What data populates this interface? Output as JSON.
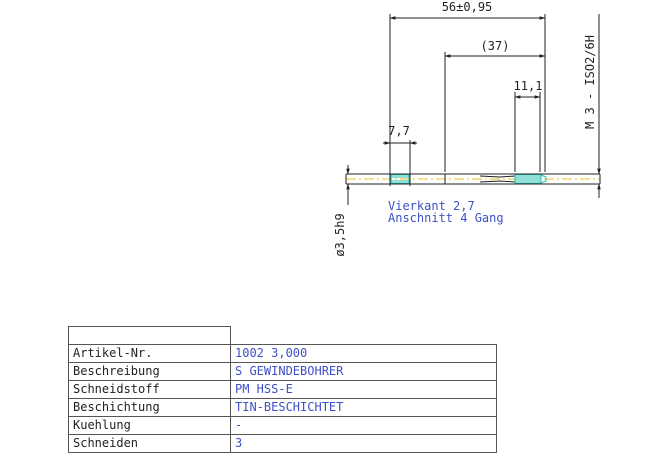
{
  "drawing": {
    "dimensions": {
      "overall_length": "56±0,95",
      "reference_length": "(37)",
      "thread_length": "11,1",
      "square_length": "7,7",
      "shank_diameter": "ø3,5h9",
      "thread_spec": "M 3 - ISO2/6H"
    },
    "notes": {
      "square": "Vierkant 2,7",
      "chamfer": "Anschnitt 4 Gang"
    },
    "colors": {
      "lines": "#222222",
      "notes": "#3f50c8",
      "thread": "#20c0b0",
      "centerline": "#e8c020"
    }
  },
  "table": {
    "rows": [
      {
        "label": "Artikel-Nr.",
        "value": "1002 3,000"
      },
      {
        "label": "Beschreibung",
        "value": "S GEWINDEBOHRER"
      },
      {
        "label": "Schneidstoff",
        "value": "PM HSS-E"
      },
      {
        "label": "Beschichtung",
        "value": "TIN-BESCHICHTET"
      },
      {
        "label": "Kuehlung",
        "value": "-"
      },
      {
        "label": "Schneiden",
        "value": "3"
      }
    ]
  }
}
